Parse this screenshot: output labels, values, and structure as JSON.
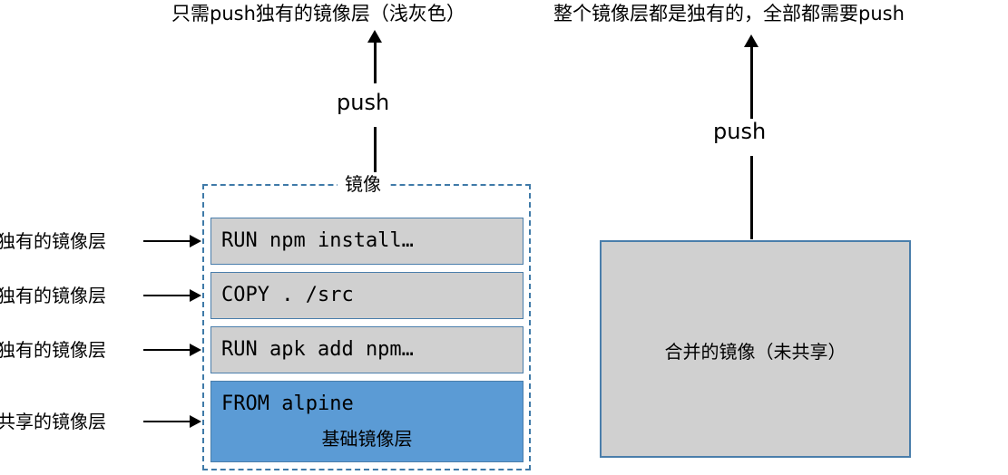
{
  "diagram": {
    "left_panel": {
      "title": "只需push独有的镜像层（浅灰色）",
      "push_label": "push",
      "container_label": "镜像",
      "layers": [
        {
          "code": "RUN npm install…",
          "type": "unique",
          "side_label": "独有的镜像层",
          "sub": ""
        },
        {
          "code": "COPY . /src",
          "type": "unique",
          "side_label": "独有的镜像层",
          "sub": ""
        },
        {
          "code": "RUN apk add npm…",
          "type": "unique",
          "side_label": "独有的镜像层",
          "sub": ""
        },
        {
          "code": "FROM alpine",
          "type": "shared",
          "side_label": "共享的镜像层",
          "sub": "基础镜像层"
        }
      ]
    },
    "right_panel": {
      "title": "整个镜像层都是独有的，全部都需要push",
      "push_label": "push",
      "merged_label": "合并的镜像（未共享）"
    },
    "colors": {
      "unique_layer_fill": "#d0d0d0",
      "shared_layer_fill": "#5b9bd5",
      "layer_border": "#4a7eab",
      "container_border": "#3f7aa8",
      "arrow": "#000000",
      "background": "#ffffff"
    }
  }
}
